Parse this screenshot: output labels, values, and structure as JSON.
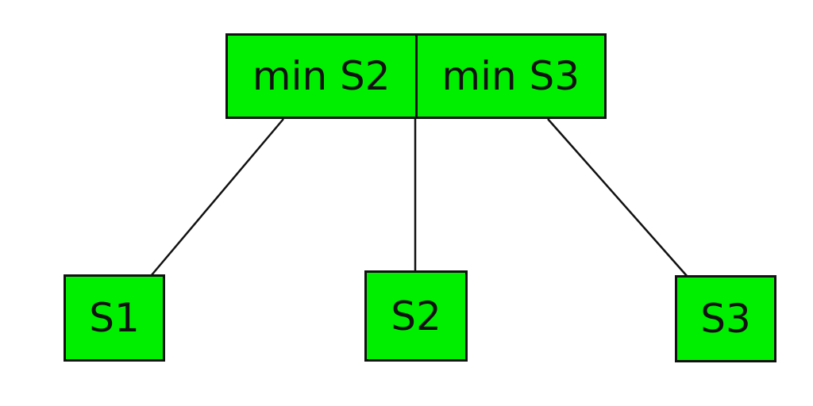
{
  "root": {
    "left_label": "min S2",
    "right_label": "min S3"
  },
  "leaves": [
    {
      "label": "S1"
    },
    {
      "label": "S2"
    },
    {
      "label": "S3"
    }
  ],
  "colors": {
    "node_fill": "#00ee00",
    "border": "#111111",
    "edge": "#111111",
    "background": "#ffffff"
  }
}
